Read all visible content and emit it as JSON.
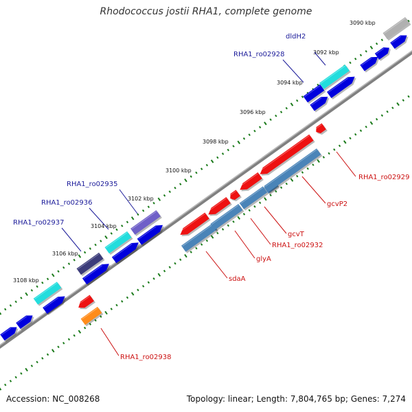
{
  "title": "Rhodococcus jostii RHA1, complete genome",
  "footer": {
    "accession": "Accession: NC_008268",
    "stats": "Topology: linear; Length: 7,804,765 bp; Genes: 7,274"
  },
  "colors": {
    "backbone": "#808080",
    "tick": "#1a7a1a",
    "label_top": "#1a1a99",
    "label_bottom": "#cc1111",
    "cds_blue": "#0000dd",
    "cyan": "#22dddd",
    "red": "#ee1111",
    "steelblue": "#4a84b8",
    "purple": "#6f5fc8",
    "dark_purple": "#3c3c7a",
    "orange": "#ff8c1a",
    "gray": "#b0b0b0"
  },
  "ticks": [
    {
      "text": "3090 kbp"
    },
    {
      "text": "3092 kbp"
    },
    {
      "text": "3094 kbp"
    },
    {
      "text": "3096 kbp"
    },
    {
      "text": "3098 kbp"
    },
    {
      "text": "3100 kbp"
    },
    {
      "text": "3102 kbp"
    },
    {
      "text": "3104 kbp"
    },
    {
      "text": "3106 kbp"
    },
    {
      "text": "3108 kbp"
    }
  ],
  "top_labels": [
    {
      "text": "dldH2"
    },
    {
      "text": "RHA1_ro02928"
    },
    {
      "text": "RHA1_ro02935"
    },
    {
      "text": "RHA1_ro02936"
    },
    {
      "text": "RHA1_ro02937"
    }
  ],
  "bottom_labels": [
    {
      "text": "RHA1_ro02929"
    },
    {
      "text": "gcvP2"
    },
    {
      "text": "gcvT"
    },
    {
      "text": "RHA1_ro02932"
    },
    {
      "text": "glyA"
    },
    {
      "text": "sdaA"
    },
    {
      "text": "RHA1_ro02938"
    }
  ]
}
